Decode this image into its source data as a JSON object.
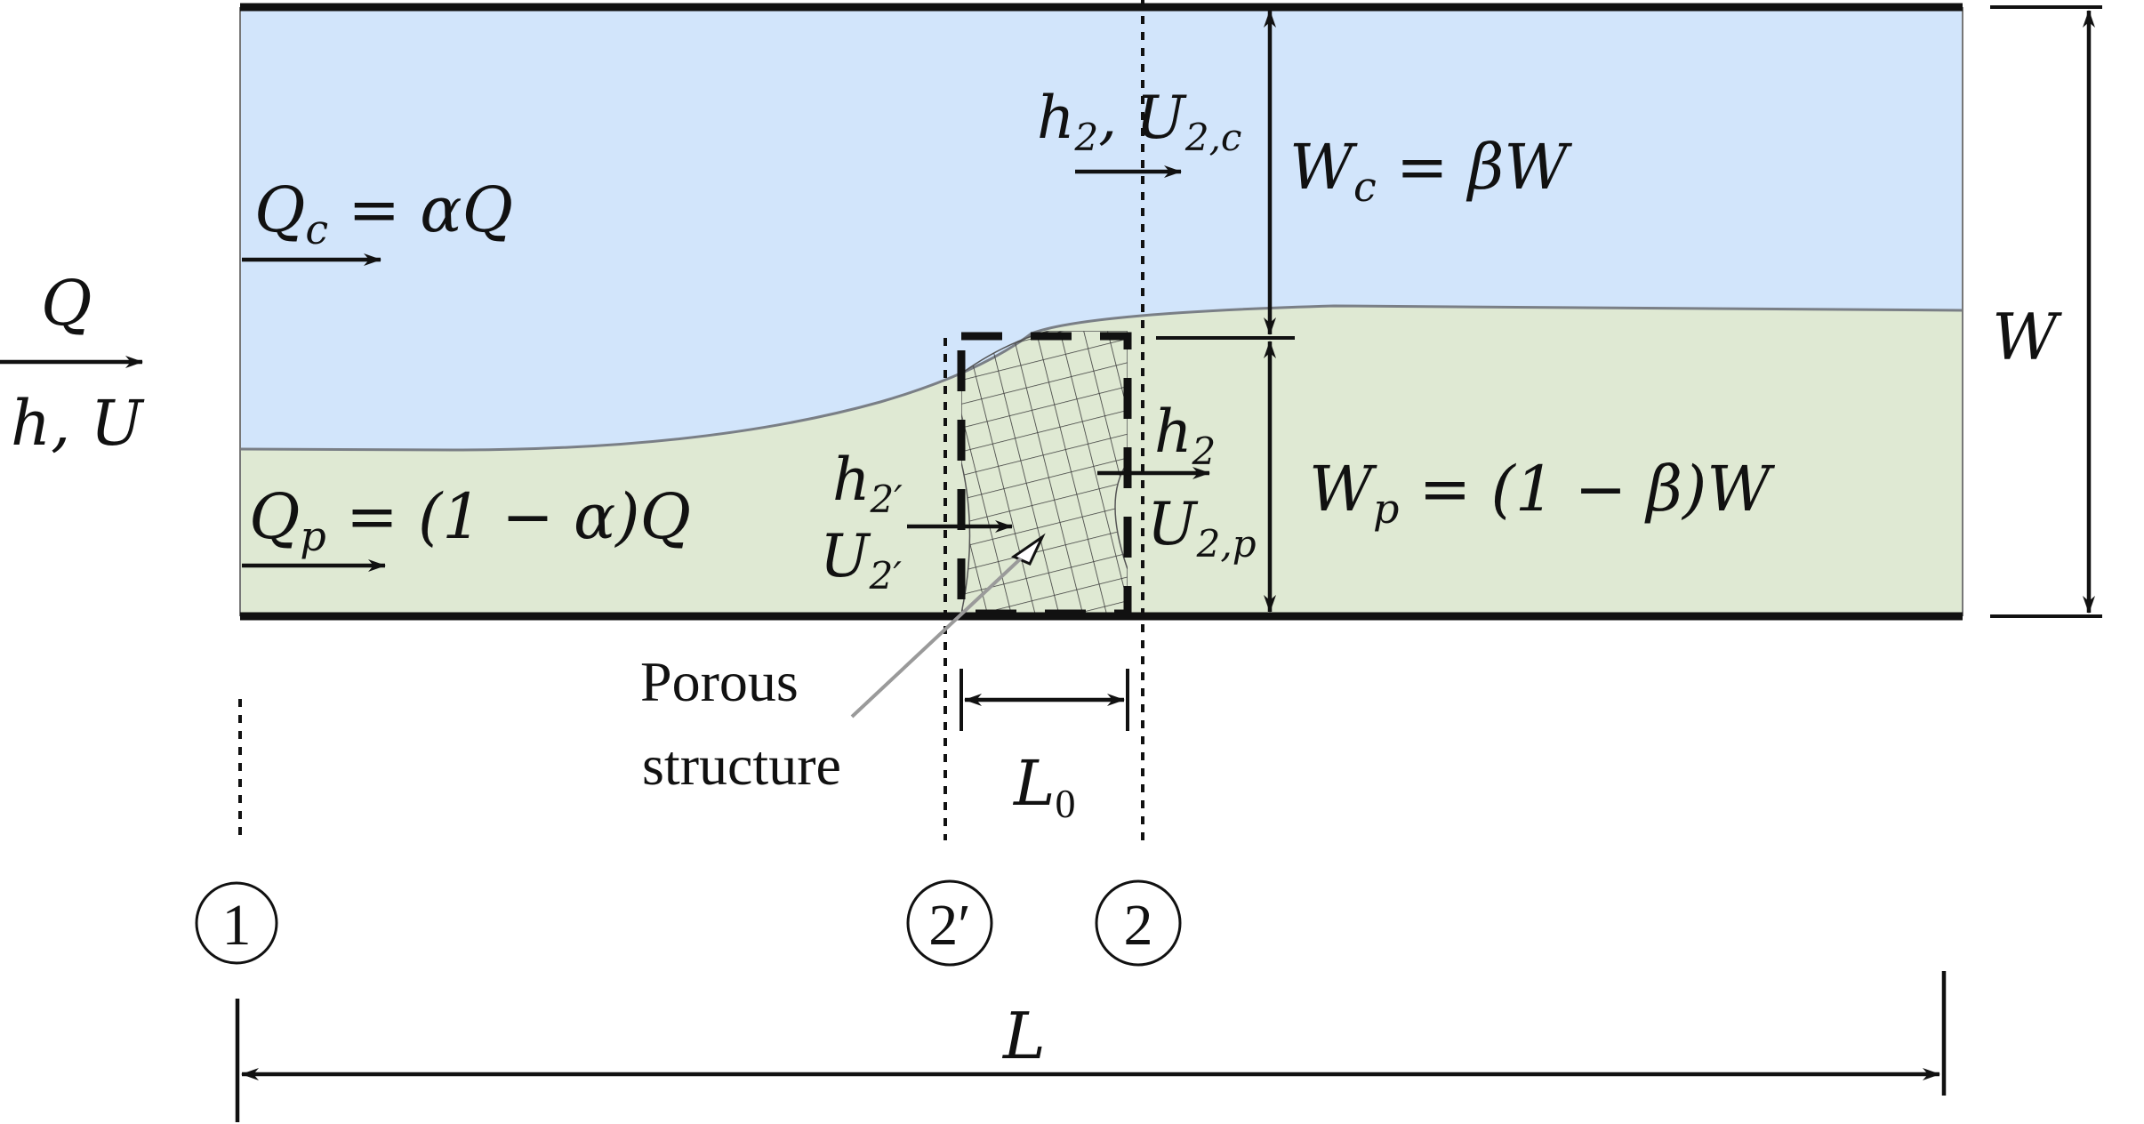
{
  "colors": {
    "channel_fill": "#d2e5fb",
    "porous_fill": "#dfe9d3",
    "wall": "#111111",
    "interface": "#7a7f86",
    "mesh": "#3a3a3a",
    "pointer": "#9a9a9a"
  },
  "labels": {
    "inflow_Q": "Q",
    "inflow_hU": "h, U",
    "Qc_lhs": "Q",
    "Qc_sub": "c",
    "Qc_rhs": " = αQ",
    "Qp_lhs": "Q",
    "Qp_sub": "p",
    "Qp_rhs": " = (1 − α)Q",
    "h2c": "h",
    "h2c_sub": "2",
    "U2c_sep": ", U",
    "U2c_sub": "2,c",
    "Wc_lhs": "W",
    "Wc_sub": "c",
    "Wc_rhs": " = βW",
    "Wp_lhs": "W",
    "Wp_sub": "p",
    "Wp_rhs": " = (1 − β)W",
    "W": "W",
    "h2prime": "h",
    "h2prime_sub": "2′",
    "U2prime": "U",
    "U2prime_sub": "2′",
    "h2p": "h",
    "h2p_sub": "2",
    "U2p": "U",
    "U2p_sub": "2,p",
    "porous_line1": "Porous",
    "porous_line2": "structure",
    "L0": "L",
    "L0_sub": "0",
    "L": "L",
    "section_1": "1",
    "section_2prime": "2′",
    "section_2": "2"
  }
}
